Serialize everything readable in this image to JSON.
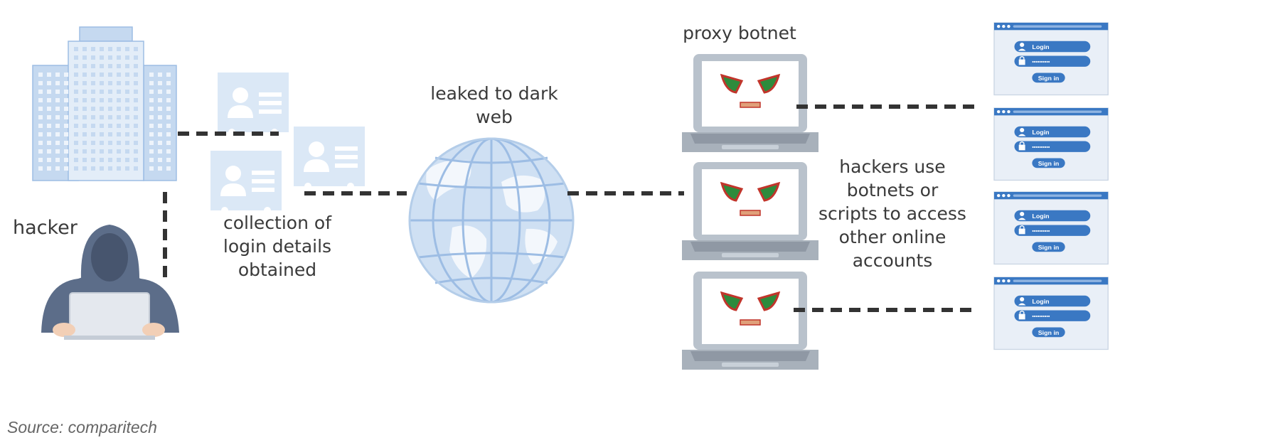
{
  "labels": {
    "hacker": "hacker",
    "collection": [
      "collection of",
      "login details",
      "obtained"
    ],
    "leaked": [
      "leaked to dark",
      "web"
    ],
    "proxy": "proxy botnet",
    "hackers_use": [
      "hackers use",
      "botnets or",
      "scripts to access",
      "other online",
      "accounts"
    ]
  },
  "source": "Source: comparitech",
  "login_panel": {
    "login_label": "Login",
    "password_mask": "••••••••••",
    "button_label": "Sign in"
  },
  "icons": [
    "building-icon",
    "hacker-icon",
    "id-card-icon",
    "globe-icon",
    "infected-laptop-icon",
    "login-window-icon"
  ],
  "colors": {
    "light_blue": "#dbe8f6",
    "mid_blue": "#b4cde9",
    "dark_blue": "#3a78c3",
    "connector": "#333333",
    "grey": "#8f98a4",
    "green_eye": "#2d8b3c",
    "red_eye": "#c1352b"
  }
}
